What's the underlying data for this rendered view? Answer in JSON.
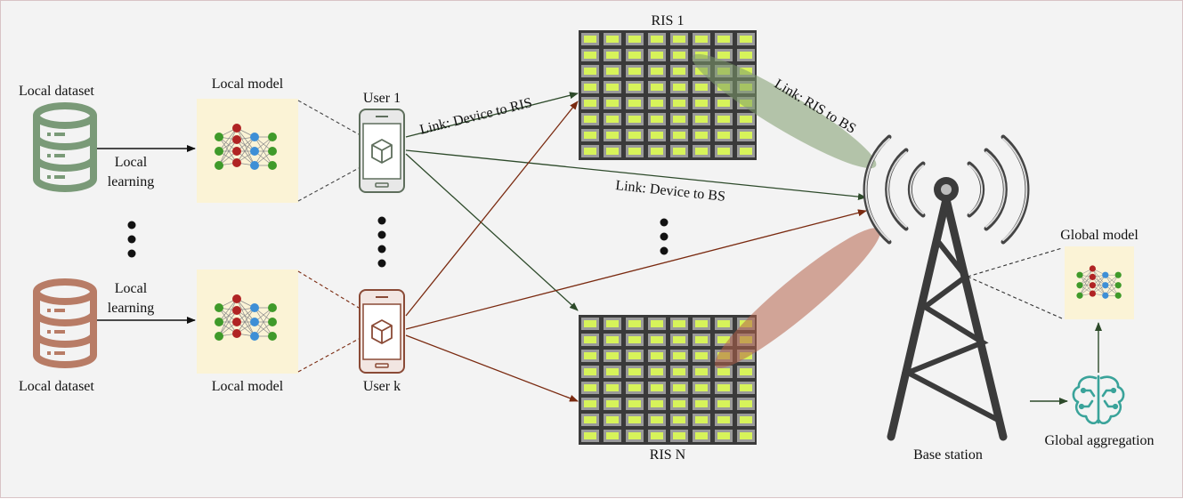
{
  "labels": {
    "local_dataset_top": "Local dataset",
    "local_dataset_bottom": "Local dataset",
    "local_learning_top_1": "Local",
    "local_learning_top_2": "learning",
    "local_learning_bottom_1": "Local",
    "local_learning_bottom_2": "learning",
    "local_model_top": "Local model",
    "local_model_bottom": "Local model",
    "user_1": "User 1",
    "user_k": "User k",
    "ris_1": "RIS 1",
    "ris_n": "RIS N",
    "link_device_ris": "Link: Device to RIS",
    "link_device_bs": "Link: Device to BS",
    "link_ris_bs": "Link: RIS to BS",
    "base_station": "Base station",
    "global_model": "Global model",
    "global_aggregation": "Global aggregation"
  },
  "colors": {
    "green": "#7a9a78",
    "green_link": "#2d4a2a",
    "brown": "#b87c66",
    "brown_link": "#7a2a10",
    "phone_green": "#5e6e5c",
    "phone_brown": "#8a4a36",
    "panel": "#fbf3d6",
    "ris_cell": "#d7f35a",
    "ris_frame": "#3a3a3a",
    "tower": "#3b3b3b",
    "aggregation": "#3aa39a"
  },
  "icons": {
    "database": "database-icon",
    "neural_network": "neural-network-icon",
    "phone": "smartphone-icon",
    "cube": "cube-icon",
    "ris": "ris-panel-icon",
    "tower": "base-station-tower-icon",
    "brain": "ai-brain-icon"
  }
}
